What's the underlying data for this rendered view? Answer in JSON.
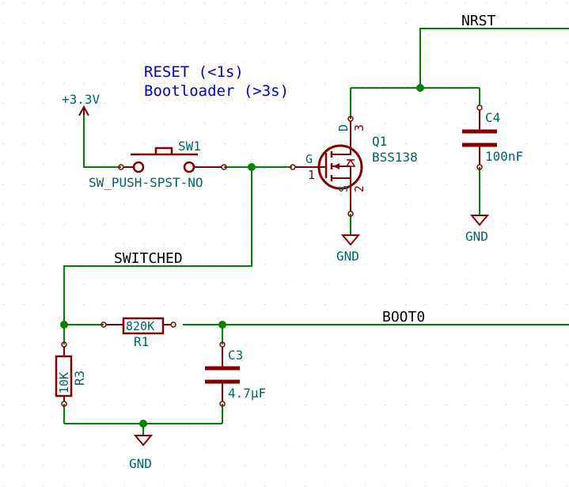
{
  "colors": {
    "wire": "#008400",
    "component": "#840000",
    "label": "#006464",
    "note": "#0000c8",
    "grid": "#c8c8c8",
    "junction": "#008400"
  },
  "note": {
    "line1": "RESET (<1s)",
    "line2": "Bootloader (>3s)"
  },
  "power": {
    "v33": "+3.3V",
    "gnd_q1": "GND",
    "gnd_c4": "GND",
    "gnd_bottom": "GND"
  },
  "nets": {
    "nrst": "NRST",
    "switched": "SWITCHED",
    "boot0": "BOOT0"
  },
  "sw1": {
    "ref": "SW1",
    "value": "SW_PUSH-SPST-NO"
  },
  "q1": {
    "ref": "Q1",
    "value": "BSS138",
    "pin_g": "G",
    "pin_1": "1",
    "pin_d": "D",
    "pin_3": "3",
    "pin_s": "S",
    "pin_2": "2"
  },
  "c4": {
    "ref": "C4",
    "value": "100nF"
  },
  "c3": {
    "ref": "C3",
    "value": "4.7µF"
  },
  "r1": {
    "ref": "R1",
    "value": "820K"
  },
  "r3": {
    "ref": "R3",
    "value": "10K"
  }
}
